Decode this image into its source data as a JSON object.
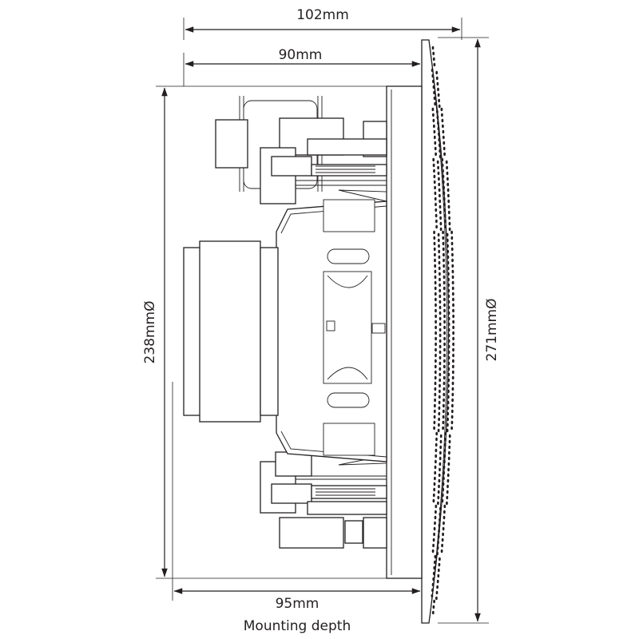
{
  "dimensions": {
    "overall_depth": "102mm",
    "body_depth": "90mm",
    "cutout_diameter": "238mmØ",
    "grille_diameter": "271mmØ",
    "mounting_depth_value": "95mm",
    "mounting_depth_caption": "Mounting depth"
  },
  "colors": {
    "line": "#231f20",
    "background": "#ffffff"
  }
}
